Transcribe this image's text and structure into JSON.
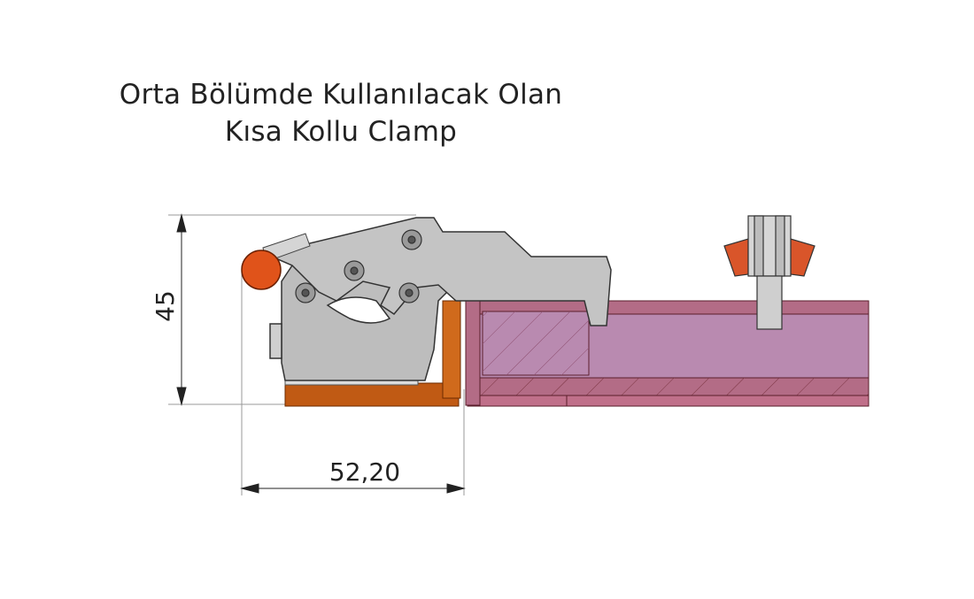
{
  "title": {
    "line1": "Orta Bölümde Kullanılacak Olan",
    "line2": "Kısa Kollu Clamp"
  },
  "dimensions": {
    "height": "45",
    "width": "52,20"
  },
  "colors": {
    "clamp_body": "#b9b9b9",
    "knob": "#e0531a",
    "base": "#c05a14",
    "panel": "#b97aa0",
    "frame": "#9c4a55",
    "wing_nut": "#d9552a"
  }
}
